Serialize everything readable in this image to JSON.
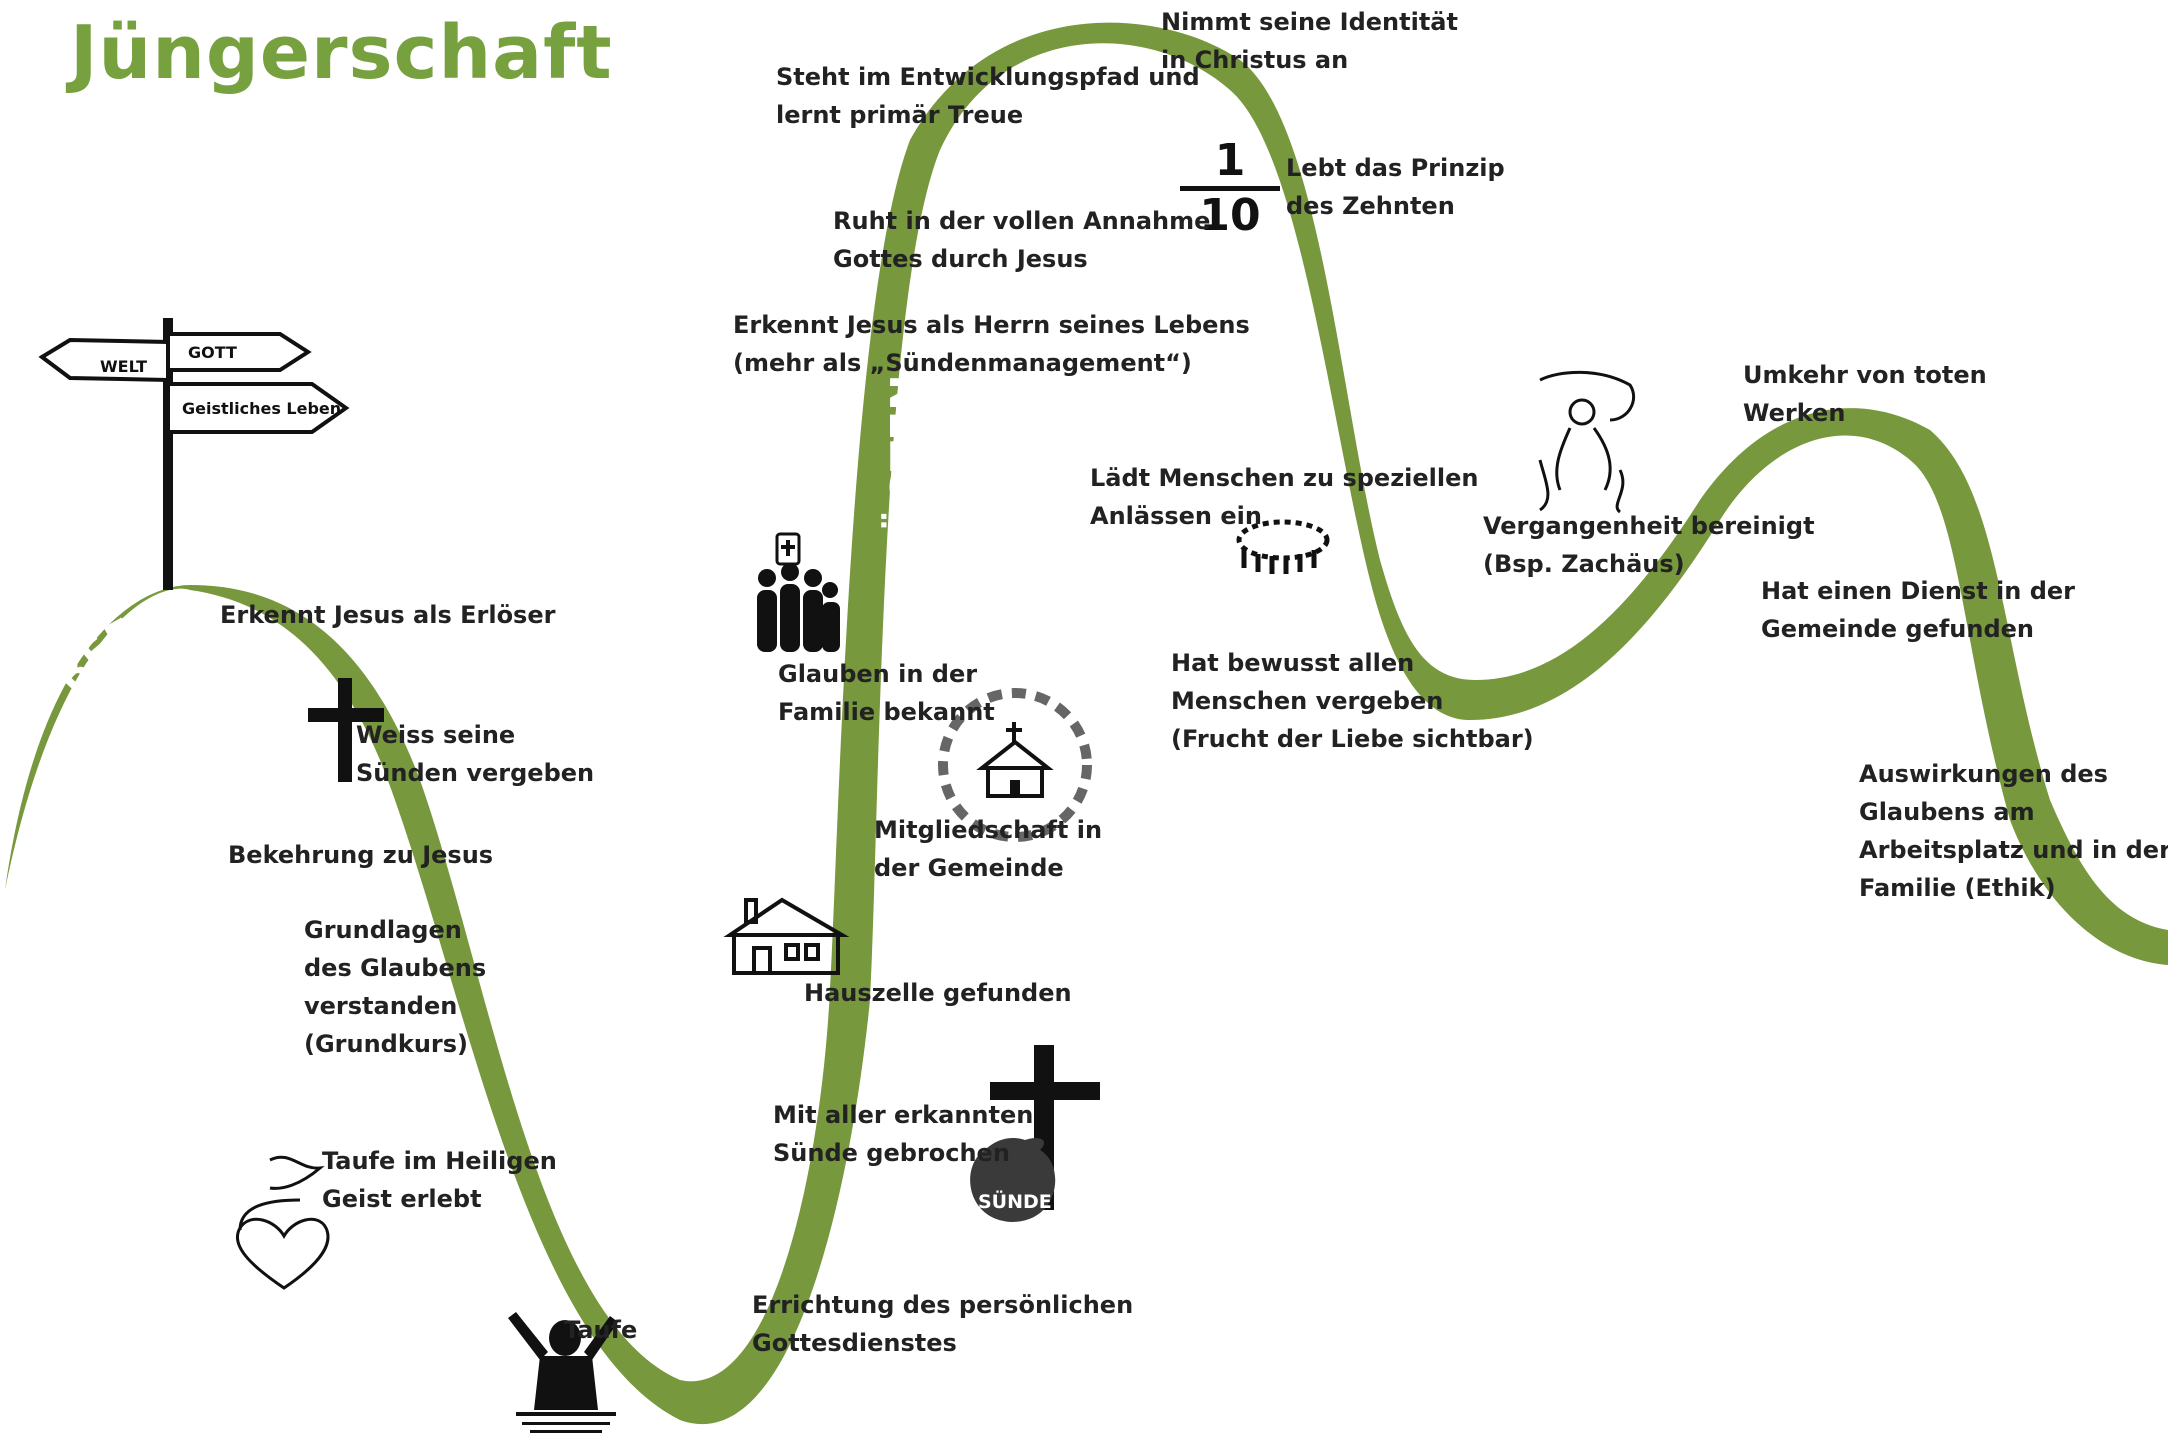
{
  "title": "Jüngerschaft",
  "colors": {
    "path": "#77983d",
    "title": "#77a03f",
    "text": "#222222"
  },
  "phase_labels": {
    "befestigen": "BEFESTIGEN",
    "zuruesten": "ZURÜSTEN"
  },
  "signpost": {
    "gott": "GOTT",
    "welt": "WELT",
    "geistliches": "Geistliches Leben"
  },
  "tithe": {
    "numerator": "1",
    "denominator": "10"
  },
  "sin_bag": "SÜNDE",
  "milestones": [
    "Erkennt Jesus als Erlöser",
    "Weiss seine\nSünden vergeben",
    "Bekehrung zu Jesus",
    "Grundlagen\ndes Glaubens\nverstanden\n(Grundkurs)",
    "Taufe im Heiligen\nGeist erlebt",
    "Taufe",
    "Errichtung des persönlichen\nGottesdienstes",
    "Mit aller erkannten\nSünde gebrochen",
    "Hauszelle gefunden",
    "Mitgliedschaft in\nder Gemeinde",
    "Glauben in der\nFamilie bekannt",
    "Erkennt Jesus als Herrn seines Lebens\n(mehr als „Sündenmanagement“)",
    "Ruht in der vollen Annahme\nGottes durch Jesus",
    "Steht im Entwicklungspfad und\nlernt primär Treue",
    "Nimmt seine Identität\nin Christus an",
    "Lebt das Prinzip\ndes Zehnten",
    "Lädt Menschen zu speziellen\nAnlässen ein",
    "Hat bewusst allen\nMenschen vergeben\n(Frucht der Liebe sichtbar)",
    "Vergangenheit bereinigt\n(Bsp. Zachäus)",
    "Umkehr von toten\nWerken",
    "Hat einen Dienst in der\nGemeinde gefunden",
    "Auswirkungen des\nGlaubens am\nArbeitsplatz und in der\nFamilie (Ethik)"
  ]
}
